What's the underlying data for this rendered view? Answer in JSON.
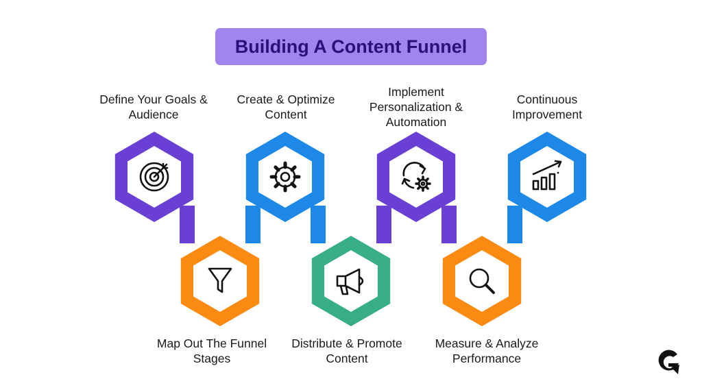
{
  "title": "Building A Content Funnel",
  "colors": {
    "purple": "#6a3fd3",
    "blue": "#1e88e8",
    "orange": "#fb8a12",
    "green": "#37ad88",
    "title_bg": "#a184ee",
    "title_text": "#2b0f7a"
  },
  "steps": [
    {
      "line1": "Define Your Goals &",
      "line2": "Audience",
      "line3": "",
      "icon": "target-icon",
      "color": "purple"
    },
    {
      "line1": "Map Out The Funnel",
      "line2": "Stages",
      "line3": "",
      "icon": "funnel-icon",
      "color": "orange"
    },
    {
      "line1": "Create & Optimize",
      "line2": "Content",
      "line3": "",
      "icon": "gear-icon",
      "color": "blue"
    },
    {
      "line1": "Distribute & Promote",
      "line2": "Content",
      "line3": "",
      "icon": "megaphone-icon",
      "color": "green"
    },
    {
      "line1": "Implement",
      "line2": "Personalization &",
      "line3": "Automation",
      "icon": "refresh-gear-icon",
      "color": "purple"
    },
    {
      "line1": "Measure & Analyze",
      "line2": "Performance",
      "line3": "",
      "icon": "magnifier-icon",
      "color": "orange"
    },
    {
      "line1": "Continuous",
      "line2": "Improvement",
      "line3": "",
      "icon": "growth-chart-icon",
      "color": "blue"
    }
  ],
  "logo": "brand-logo-icon"
}
